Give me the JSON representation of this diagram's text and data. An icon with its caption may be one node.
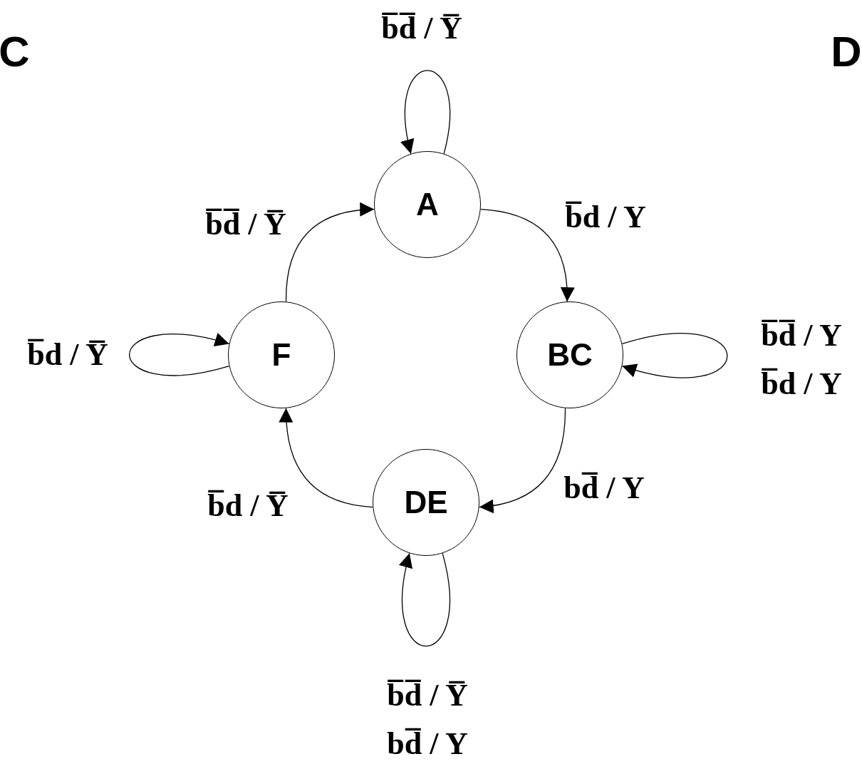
{
  "diagram": {
    "nodes": [
      {
        "text": [
          "A"
        ]
      },
      {
        "text": [
          "BC"
        ]
      },
      {
        "text": [
          "DE"
        ]
      },
      {
        "text": [
          "F"
        ]
      }
    ],
    "edges": [
      {
        "from": 0,
        "to": 0,
        "arrow": "to",
        "label": "b̅d̅ / Y̅"
      },
      {
        "from": 0,
        "to": 1,
        "arrow": "to",
        "label": "b̅d / Y"
      },
      {
        "from": 1,
        "to": 1,
        "arrow": "to",
        "label": [
          "b̅d̅ / Y",
          "b̅d / Y"
        ]
      },
      {
        "from": 1,
        "to": 2,
        "arrow": "to",
        "label": "bd̅ / Y"
      },
      {
        "from": 2,
        "to": 2,
        "arrow": "to",
        "label": [
          "b̅d̅ / Y̅",
          "bd̅ / Y"
        ]
      },
      {
        "from": 2,
        "to": 3,
        "arrow": "to",
        "label": "b̅d / Y̅"
      },
      {
        "from": 3,
        "to": 3,
        "arrow": "to",
        "label": "b̅d / Y̅"
      },
      {
        "from": 3,
        "to": 0,
        "arrow": "to",
        "label": "b̅d̅ / Y̅"
      }
    ],
    "labels": [
      "C",
      "D"
    ]
  }
}
